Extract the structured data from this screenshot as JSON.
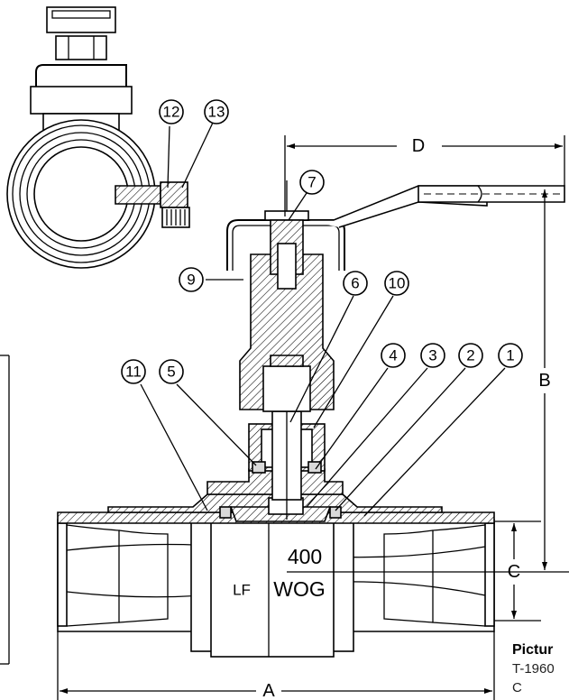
{
  "callouts": {
    "c1": "1",
    "c2": "2",
    "c3": "3",
    "c4": "4",
    "c5": "5",
    "c6": "6",
    "c7": "7",
    "c9": "9",
    "c10": "10",
    "c11": "11",
    "c12": "12",
    "c13": "13"
  },
  "dimensions": {
    "a": "A",
    "b": "B",
    "c": "C",
    "d": "D"
  },
  "body_marking": {
    "line1": "400",
    "line2": "WOG",
    "lead_free": "LF"
  },
  "caption": {
    "title": "Pictur",
    "line1": "T-1960",
    "line2": "C"
  }
}
